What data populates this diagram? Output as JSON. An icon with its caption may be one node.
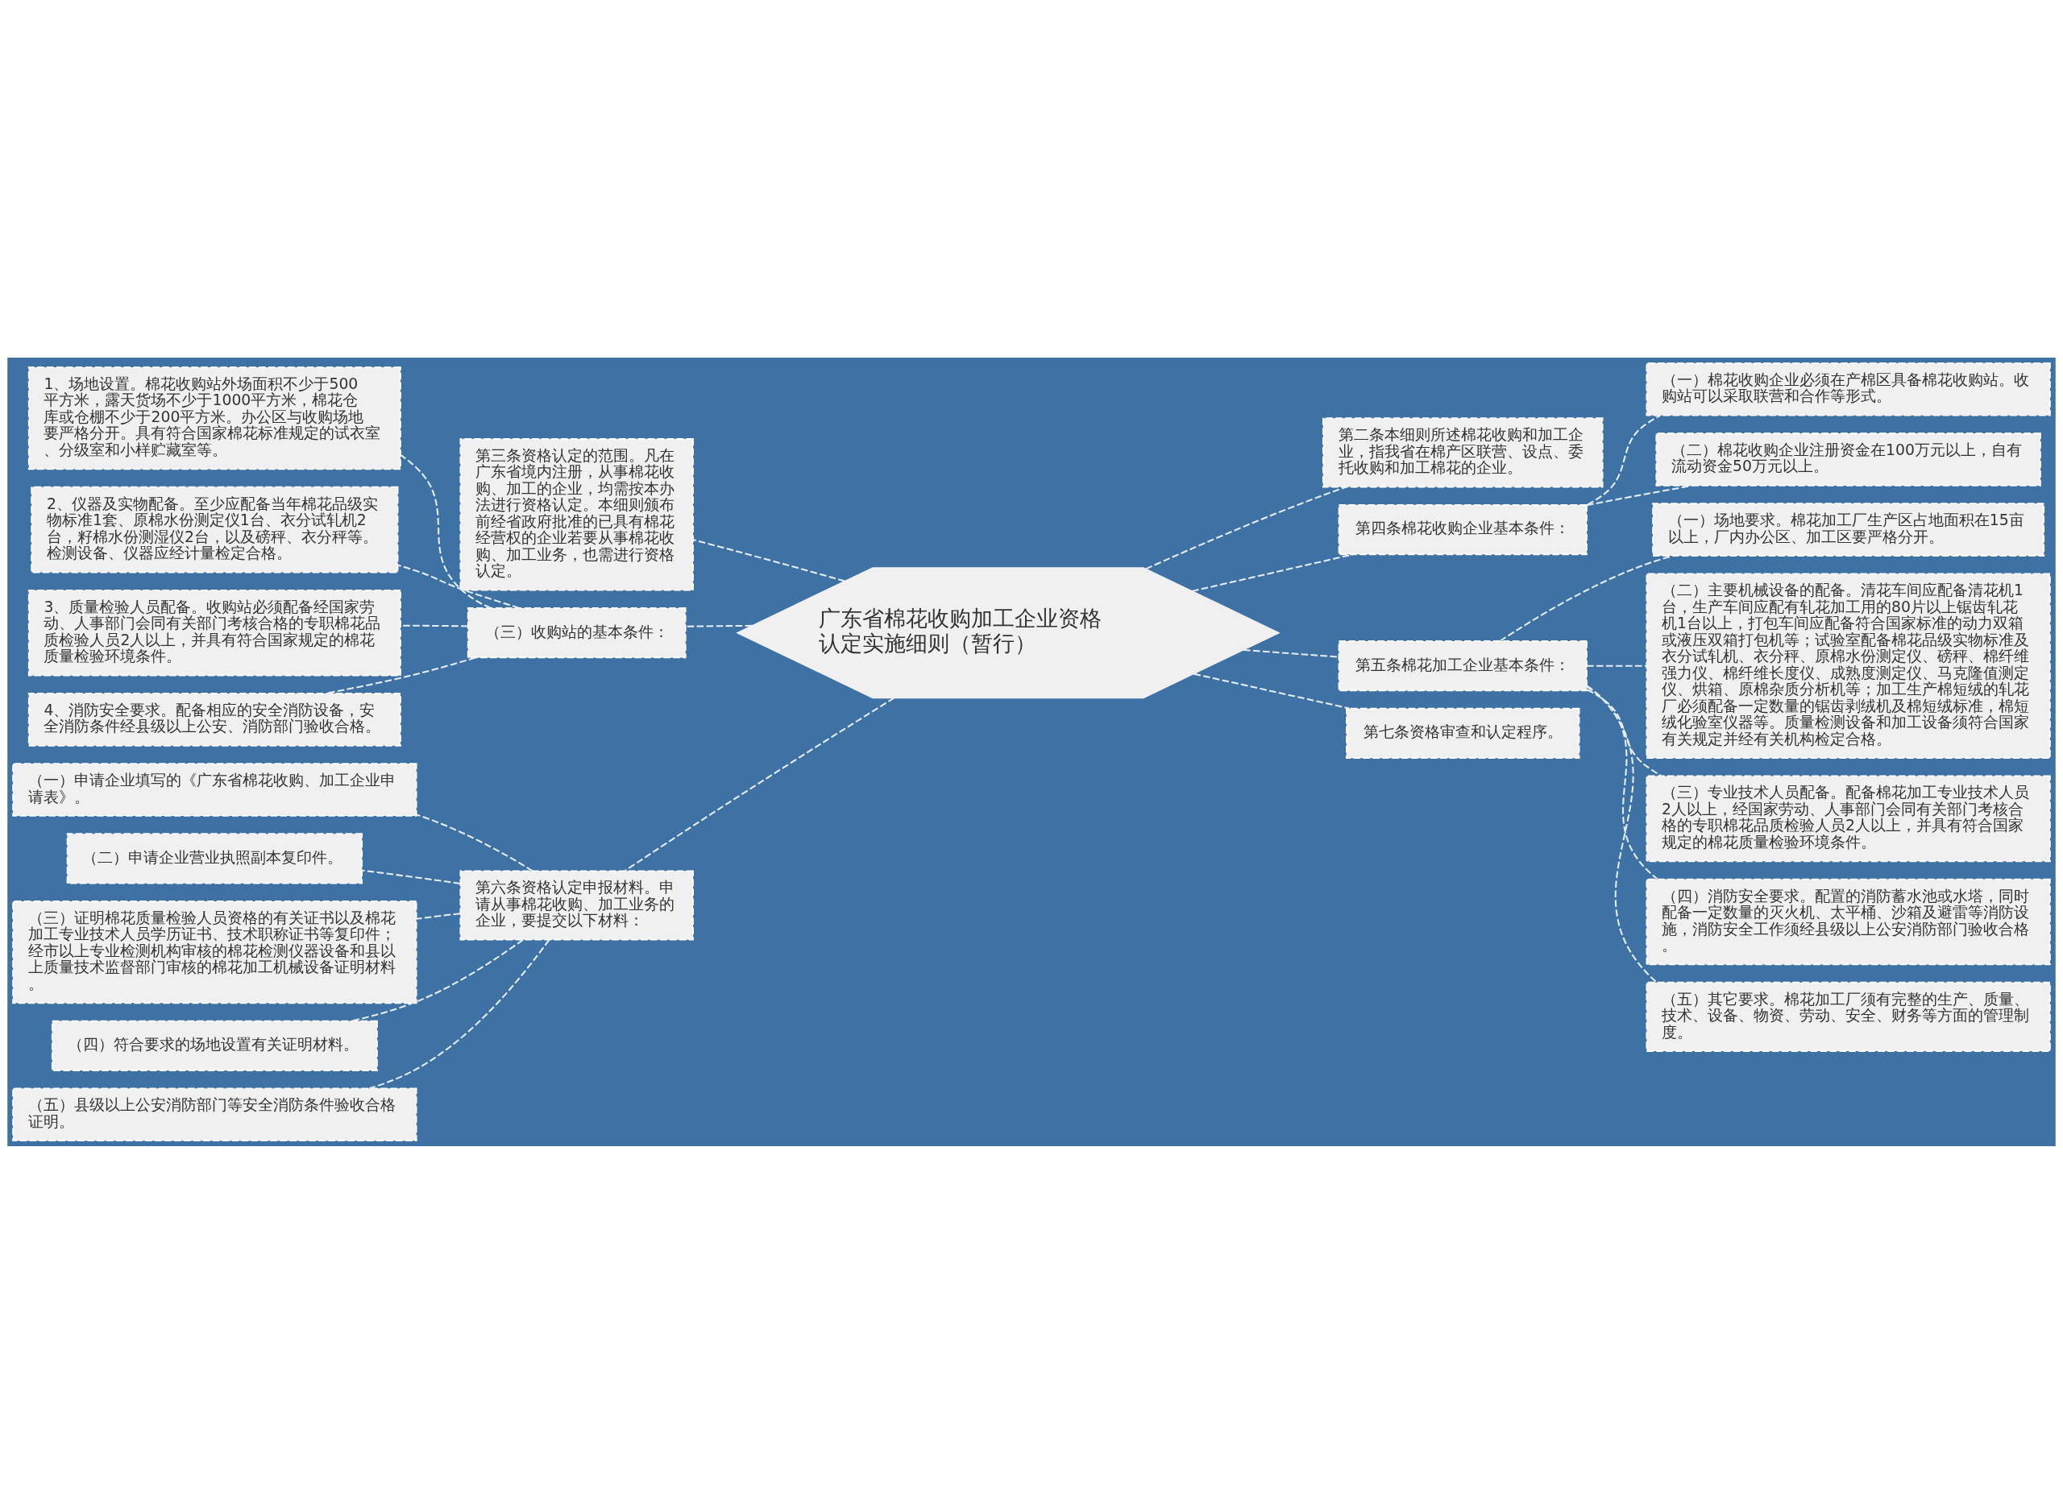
{
  "diagram": {
    "nodes": [
      {
        "text": [
          "广东省棉花收购加工企业资格认定实施细则（暂行）"
        ]
      },
      {
        "text": [
          "第三条资格认定的范围。凡在广东省境内注册，从事棉花收购、加工的企业，均需按本办法进行资格认定。本细则颁布前经省政府批准的已具有棉花经营权的企业若要从事棉花收购、加工业务，也需进行资格认定。"
        ]
      },
      {
        "text": [
          "（三）收购站的基本条件："
        ]
      },
      {
        "text": [
          "1、场地设置。棉花收购站外场面积不少于500平方米，露天货场不少于1000平方米，棉花仓库或仓棚不少于200平方米。办公区与收购场地要严格分开。具有符合国家棉花标准规定的试衣室、分级室和小样贮藏室等。"
        ]
      },
      {
        "text": [
          "2、仪器及实物配备。至少应配备当年棉花品级实物标准1套、原棉水份测定仪1台、衣分试轧机2台，籽棉水份测湿仪2台，以及磅秤、衣分秤等。检测设备、仪器应经计量检定合格。"
        ]
      },
      {
        "text": [
          "3、质量检验人员配备。收购站必须配备经国家劳动、人事部门会同有关部门考核合格的专职棉花品质检验人员2人以上，并具有符合国家规定的棉花质量检验环境条件。"
        ]
      },
      {
        "text": [
          "4、消防安全要求。配备相应的安全消防设备，安全消防条件经县级以上公安、消防部门验收合格。"
        ]
      },
      {
        "text": [
          "第六条资格认定申报材料。申请从事棉花收购、加工业务的企业，要提交以下材料："
        ]
      },
      {
        "text": [
          "（一）申请企业填写的《广东省棉花收购、加工企业申请表》。"
        ]
      },
      {
        "text": [
          "（二）申请企业营业执照副本复印件。"
        ]
      },
      {
        "text": [
          "（三）证明棉花质量检验人员资格的有关证书以及棉花加工专业技术人员学历证书、技术职称证书等复印件；经市以上专业检测机构审核的棉花检测仪器设备和县以上质量技术监督部门审核的棉花加工机械设备证明材料。"
        ]
      },
      {
        "text": [
          "（四）符合要求的场地设置有关证明材料。"
        ]
      },
      {
        "text": [
          "（五）县级以上公安消防部门等安全消防条件验收合格证明。"
        ]
      },
      {
        "text": [
          "第二条本细则所述棉花收购和加工企业，指我省在棉产区联营、设点、委托收购和加工棉花的企业。"
        ]
      },
      {
        "text": [
          "第四条棉花收购企业基本条件："
        ]
      },
      {
        "text": [
          "（一）棉花收购企业必须在产棉区具备棉花收购站。收购站可以采取联营和合作等形式。"
        ]
      },
      {
        "text": [
          "（二）棉花收购企业注册资金在100万元以上，自有流动资金50万元以上。"
        ]
      },
      {
        "text": [
          "第五条棉花加工企业基本条件："
        ]
      },
      {
        "text": [
          "（一）场地要求。棉花加工厂生产区占地面积在15亩以上，厂内办公区、加工区要严格分开。"
        ]
      },
      {
        "text": [
          "（二）主要机械设备的配备。清花车间应配备清花机1台，生产车间应配有轧花加工用的80片以上锯齿轧花机1台以上，打包车间应配备符合国家标准的动力双箱或液压双箱打包机等；试验室配备棉花品级实物标准及衣分试轧机、衣分秤、原棉水份测定仪、磅秤、棉纤维强力仪、棉纤维长度仪、成熟度测定仪、马克隆值测定仪、烘箱、原棉杂质分析机等；加工生产棉短绒的轧花厂必须配备一定数量的锯齿剥绒机及棉短绒标准，棉短绒化验室仪器等。质量检测设备和加工设备须符合国家有关规定并经有关机构检定合格。"
        ]
      },
      {
        "text": [
          "（三）专业技术人员配备。配备棉花加工专业技术人员2人以上，经国家劳动、人事部门会同有关部门考核合格的专职棉花品质检验人员2人以上，并具有符合国家规定的棉花质量检验环境条件。"
        ]
      },
      {
        "text": [
          "（四）消防安全要求。配置的消防蓄水池或水塔，同时配备一定数量的灭火机、太平桶、沙箱及避雷等消防设施，消防安全工作须经县级以上公安消防部门验收合格。"
        ]
      },
      {
        "text": [
          "（五）其它要求。棉花加工厂须有完整的生产、质量、技术、设备、物资、劳动、安全、财务等方面的管理制度。"
        ]
      },
      {
        "text": [
          "第七条资格审查和认定程序。"
        ]
      }
    ],
    "edges": [
      {
        "from": 0,
        "to": 1,
        "arrow": "none"
      },
      {
        "from": 0,
        "to": 2,
        "arrow": "none"
      },
      {
        "from": 2,
        "to": 3,
        "arrow": "none"
      },
      {
        "from": 2,
        "to": 4,
        "arrow": "none"
      },
      {
        "from": 2,
        "to": 5,
        "arrow": "none"
      },
      {
        "from": 2,
        "to": 6,
        "arrow": "none"
      },
      {
        "from": 0,
        "to": 7,
        "arrow": "none"
      },
      {
        "from": 7,
        "to": 8,
        "arrow": "none"
      },
      {
        "from": 7,
        "to": 9,
        "arrow": "none"
      },
      {
        "from": 7,
        "to": 10,
        "arrow": "none"
      },
      {
        "from": 7,
        "to": 11,
        "arrow": "none"
      },
      {
        "from": 7,
        "to": 12,
        "arrow": "none"
      },
      {
        "from": 0,
        "to": 13,
        "arrow": "none"
      },
      {
        "from": 0,
        "to": 14,
        "arrow": "none"
      },
      {
        "from": 14,
        "to": 15,
        "arrow": "none"
      },
      {
        "from": 14,
        "to": 16,
        "arrow": "none"
      },
      {
        "from": 0,
        "to": 17,
        "arrow": "none"
      },
      {
        "from": 17,
        "to": 18,
        "arrow": "none"
      },
      {
        "from": 17,
        "to": 19,
        "arrow": "none"
      },
      {
        "from": 17,
        "to": 20,
        "arrow": "none"
      },
      {
        "from": 17,
        "to": 21,
        "arrow": "none"
      },
      {
        "from": 17,
        "to": 22,
        "arrow": "none"
      },
      {
        "from": 0,
        "to": 23,
        "arrow": "none"
      }
    ]
  }
}
